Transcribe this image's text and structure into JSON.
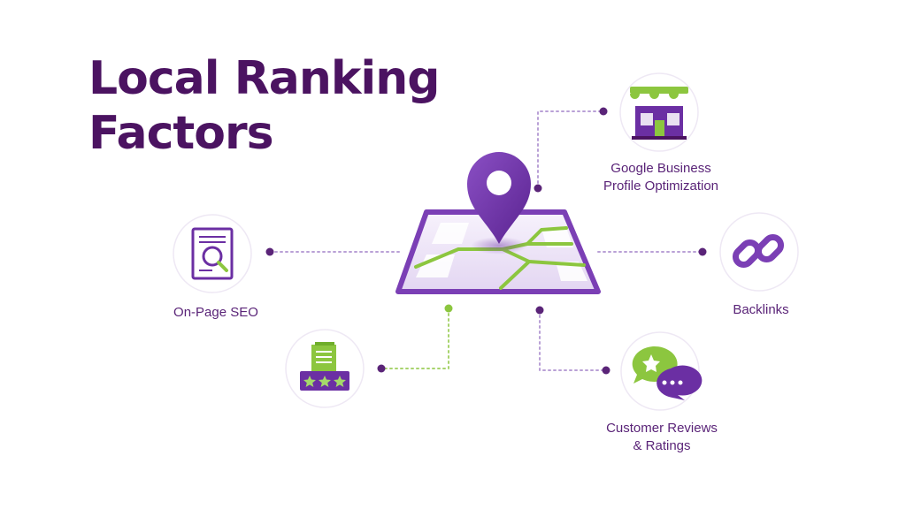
{
  "title": {
    "line1": "Local Ranking",
    "line2": "Factors"
  },
  "factors": [
    {
      "id": "gbp",
      "line1": "Google Business",
      "line2": "Profile Optimization",
      "icon": "storefront-icon"
    },
    {
      "id": "onpage",
      "line1": "On-Page SEO",
      "icon": "document-magnifier-icon"
    },
    {
      "id": "backlinks",
      "line1": "Backlinks",
      "icon": "chain-link-icon"
    },
    {
      "id": "reviews",
      "line1": "Customer Reviews",
      "line2": "& Ratings",
      "icon": "chat-star-icon"
    },
    {
      "id": "citations",
      "icon": "rating-card-icon"
    }
  ],
  "colors": {
    "purple": "#6b2fa3",
    "dark_purple": "#4b1361",
    "green": "#8cc63f",
    "light_purple": "#ece2f7"
  }
}
